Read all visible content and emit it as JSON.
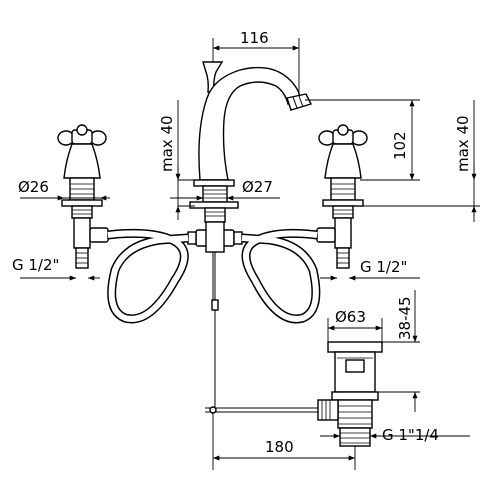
{
  "dimensions": {
    "spout_reach": "116",
    "max_deck_left": "max 40",
    "spout_height": "102",
    "max_deck_right": "max 40",
    "handle_dia": "Ø26",
    "spout_dia": "Ø27",
    "thread_left": "G 1/2\"",
    "thread_right": "G 1/2\"",
    "waste_dia": "Ø63",
    "waste_range": "38-45",
    "center_distance": "180",
    "waste_thread": "G 1\"1/4"
  }
}
